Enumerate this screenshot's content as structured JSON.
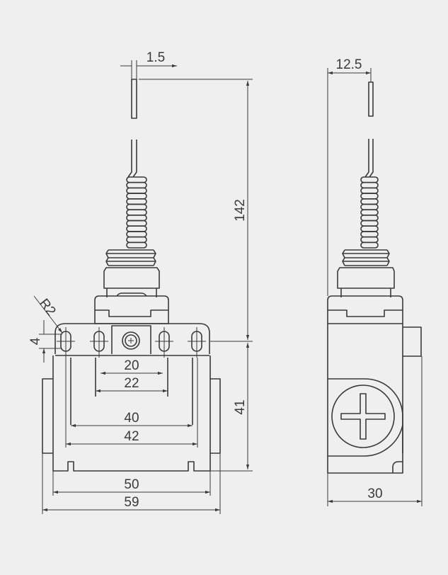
{
  "drawing": {
    "front_view": {
      "dims": {
        "wire_diameter": "1.5",
        "total_height": "142",
        "body_height": "41",
        "hole_radius": "R2",
        "slot_height": "4",
        "inner_hole_spacing": "20",
        "inner_hole_outer": "22",
        "outer_hole_spacing": "40",
        "outer_hole_outer": "42",
        "body_width": "50",
        "overall_width": "59"
      }
    },
    "side_view": {
      "dims": {
        "wire_offset": "12.5",
        "depth": "30"
      }
    },
    "line_color": "#3a3a3a",
    "background": "#efefef"
  }
}
